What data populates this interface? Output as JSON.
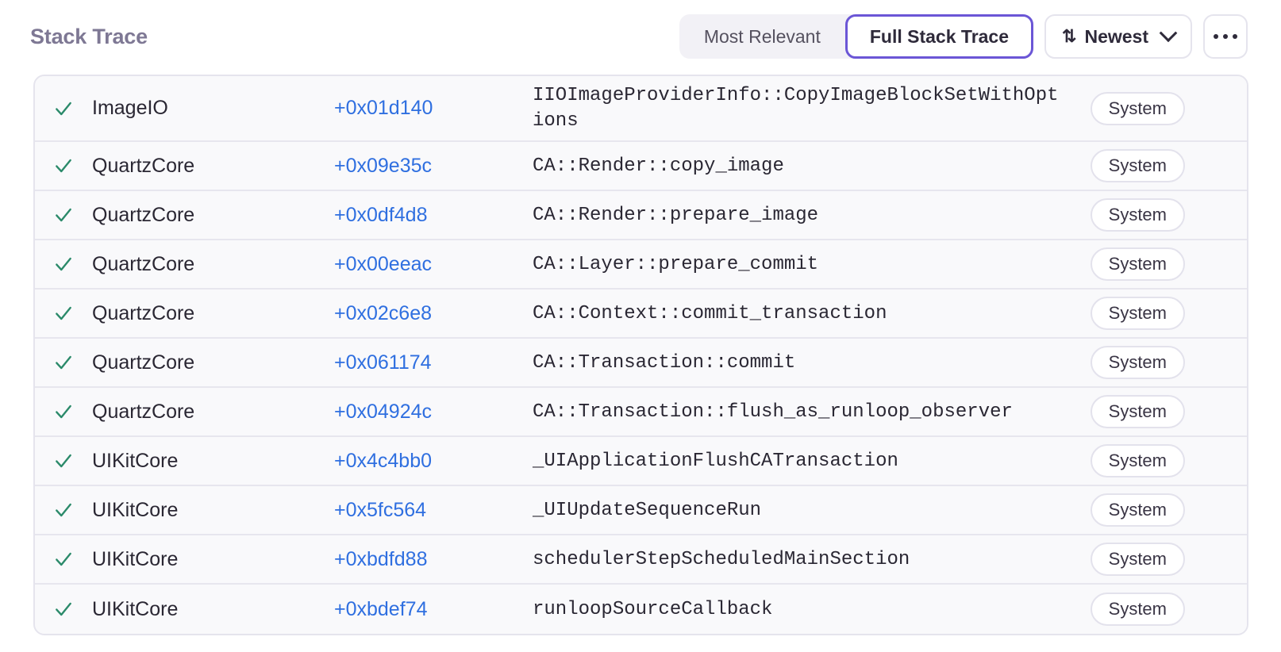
{
  "header": {
    "title": "Stack Trace",
    "segmented": {
      "options": [
        {
          "label": "Most Relevant",
          "active": false
        },
        {
          "label": "Full Stack Trace",
          "active": true
        }
      ]
    },
    "sort": {
      "icon": "sort-arrows-icon",
      "label": "Newest",
      "chevron": "chevron-down-icon"
    },
    "more": {
      "label": "more-options"
    }
  },
  "colors": {
    "accent": "#6b56d6",
    "link": "#2f6fe0",
    "check": "#2b8a6a",
    "title": "#7e7894",
    "row_bg": "#f9f9fb",
    "border": "#e5e4ed"
  },
  "table": {
    "rows": [
      {
        "status": "check-icon",
        "binary": "ImageIO",
        "offset": "+0x01d140",
        "symbol": "IIOImageProviderInfo::CopyImageBlockSetWithOptions",
        "badge": "System"
      },
      {
        "status": "check-icon",
        "binary": "QuartzCore",
        "offset": "+0x09e35c",
        "symbol": "CA::Render::copy_image",
        "badge": "System"
      },
      {
        "status": "check-icon",
        "binary": "QuartzCore",
        "offset": "+0x0df4d8",
        "symbol": "CA::Render::prepare_image",
        "badge": "System"
      },
      {
        "status": "check-icon",
        "binary": "QuartzCore",
        "offset": "+0x00eeac",
        "symbol": "CA::Layer::prepare_commit",
        "badge": "System"
      },
      {
        "status": "check-icon",
        "binary": "QuartzCore",
        "offset": "+0x02c6e8",
        "symbol": "CA::Context::commit_transaction",
        "badge": "System"
      },
      {
        "status": "check-icon",
        "binary": "QuartzCore",
        "offset": "+0x061174",
        "symbol": "CA::Transaction::commit",
        "badge": "System"
      },
      {
        "status": "check-icon",
        "binary": "QuartzCore",
        "offset": "+0x04924c",
        "symbol": "CA::Transaction::flush_as_runloop_observer",
        "badge": "System"
      },
      {
        "status": "check-icon",
        "binary": "UIKitCore",
        "offset": "+0x4c4bb0",
        "symbol": "_UIApplicationFlushCATransaction",
        "badge": "System"
      },
      {
        "status": "check-icon",
        "binary": "UIKitCore",
        "offset": "+0x5fc564",
        "symbol": "_UIUpdateSequenceRun",
        "badge": "System"
      },
      {
        "status": "check-icon",
        "binary": "UIKitCore",
        "offset": "+0xbdfd88",
        "symbol": "schedulerStepScheduledMainSection",
        "badge": "System"
      },
      {
        "status": "check-icon",
        "binary": "UIKitCore",
        "offset": "+0xbdef74",
        "symbol": "runloopSourceCallback",
        "badge": "System"
      }
    ]
  }
}
